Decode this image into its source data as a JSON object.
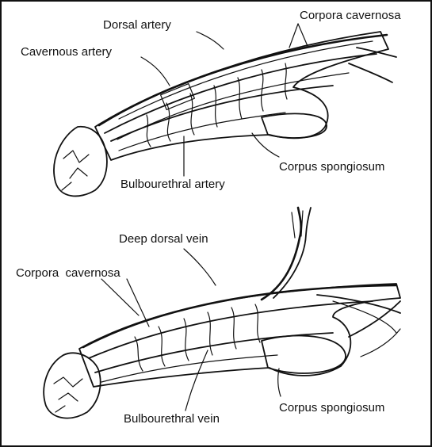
{
  "labels": {
    "top": {
      "dorsal_artery": "Dorsal artery",
      "corpora_cavernosa": "Corpora cavernosa",
      "cavernous_artery": "Cavernous artery",
      "corpus_spongiosum": "Corpus spongiosum",
      "bulbourethral_artery": "Bulbourethral artery"
    },
    "bottom": {
      "deep_dorsal_vein": "Deep dorsal vein",
      "corpora_cavernosa": "Corpora  cavernosa",
      "corpus_spongiosum": "Corpus spongiosum",
      "bulbourethral_vein": "Bulbourethral vein"
    }
  },
  "colors": {
    "ink": "#111111",
    "background": "#ffffff",
    "stipple": "#555555"
  }
}
